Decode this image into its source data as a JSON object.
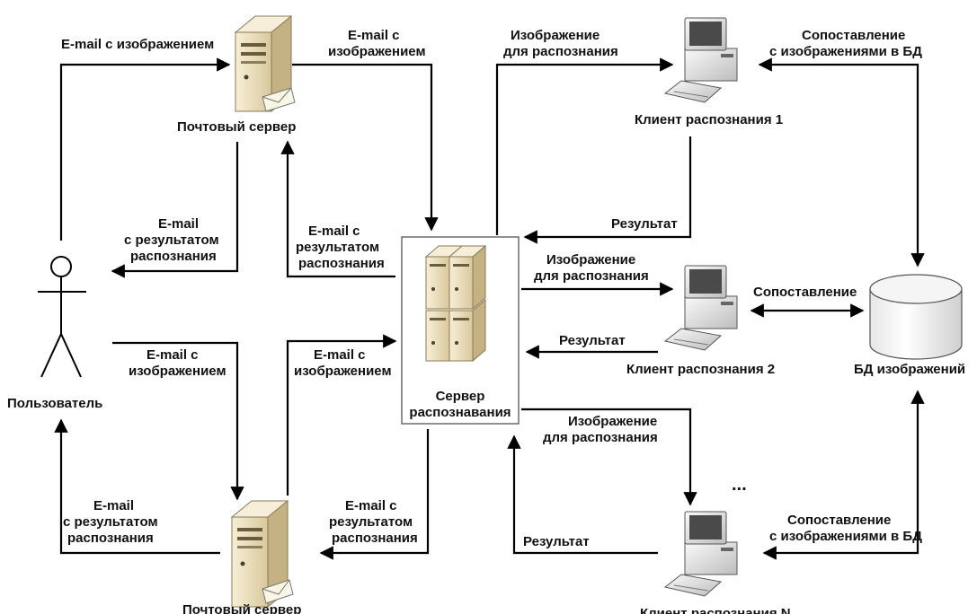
{
  "nodes": {
    "user": "Пользователь",
    "mail_server_top": "Почтовый сервер",
    "mail_server_bottom": "Почтовый сервер",
    "recognition_server": [
      "Сервер",
      "распознавания"
    ],
    "client_1": "Клиент распознания 1",
    "client_2": "Клиент распознания 2",
    "client_n": "Клиент распознания N",
    "database": "БД изображений",
    "ellipsis": "..."
  },
  "edges": {
    "user_to_mail_top": [
      "E-mail с изображением"
    ],
    "mail_top_to_server": [
      "E-mail с",
      "изображением"
    ],
    "mail_top_to_user": [
      "E-mail",
      "с результатом",
      "распознания"
    ],
    "server_to_mail_top": [
      "E-mail с",
      "результатом",
      "распознания"
    ],
    "user_to_mail_bottom": [
      "E-mail с",
      "изображением"
    ],
    "mail_bottom_to_server": [
      "E-mail с",
      "изображением"
    ],
    "mail_bottom_to_user": [
      "E-mail",
      "с результатом",
      "распознания"
    ],
    "server_to_mail_bottom": [
      "E-mail с",
      "результатом",
      "распознания"
    ],
    "server_to_client_1": [
      "Изображение",
      "для распознания"
    ],
    "client_1_result": [
      "Результат"
    ],
    "client_1_db": [
      "Сопоставление",
      "с изображениями в БД"
    ],
    "server_to_client_2": [
      "Изображение",
      "для распознания"
    ],
    "client_2_result": [
      "Результат"
    ],
    "client_2_db": [
      "Сопоставление"
    ],
    "server_to_client_n": [
      "Изображение",
      "для распознания"
    ],
    "client_n_result": [
      "Результат"
    ],
    "client_n_db": [
      "Сопоставление",
      "с изображениями в БД"
    ]
  },
  "colors": {
    "server_body": "#efe3c2",
    "server_shade": "#c9b98f",
    "db_fill": "#f2f2f2",
    "arrow": "#000000"
  }
}
